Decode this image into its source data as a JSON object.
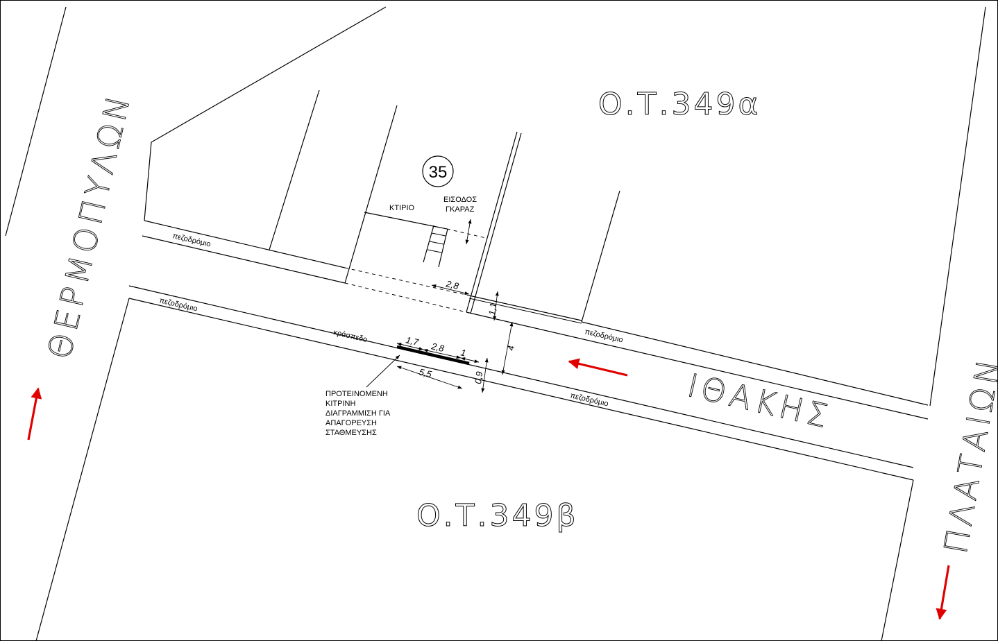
{
  "blocks": {
    "top": "Ο.Τ.349α",
    "bottom": "Ο.Τ.349β"
  },
  "streets": {
    "left": "ΘΕΡΜΟΠΥΛΩΝ",
    "middle": "ΙΘΑΚΗΣ",
    "right": "ΠΛΑΤΑΙΩΝ"
  },
  "labels": {
    "sidewalk": "πεζοδρόμιο",
    "curb": "κράσπεδο",
    "building": "ΚΤΙΡΙΟ",
    "garage_line1": "ΕΙΣΟΔΟΣ",
    "garage_line2": "ΓΚΑΡΑΖ",
    "plot_number": "35",
    "proposal_lines": [
      "ΠΡΟΤΕΙΝΟΜΕΝΗ",
      "ΚΙΤΡΙΝΗ",
      "ΔΙΑΓΡΑΜΜΙΣΗ ΓΙΑ",
      "ΑΠΑΓΟΡΕΥΣΗ",
      "ΣΤΑΘΜΕΥΣΗΣ"
    ]
  },
  "dimensions": {
    "entrance_width": "2,8",
    "sidewalk_north": "1,1",
    "road_width": "4",
    "sidewalk_south": "0,9",
    "seg_a": "1,7",
    "seg_b": "2,8",
    "seg_c": "1",
    "total": "5,5"
  },
  "colors": {
    "traffic_arrow": "#e00000",
    "proposed_marking": "#000000"
  }
}
